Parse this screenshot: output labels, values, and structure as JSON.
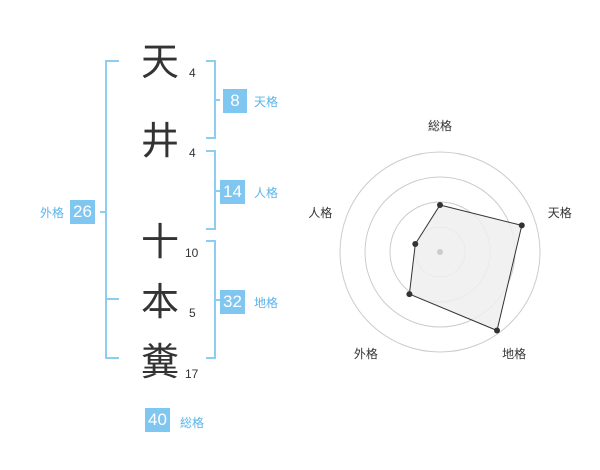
{
  "name_chars": [
    {
      "char": "天",
      "strokes": "4"
    },
    {
      "char": "井",
      "strokes": "4"
    },
    {
      "char": "十",
      "strokes": "10"
    },
    {
      "char": "本",
      "strokes": "5"
    },
    {
      "char": "糞",
      "strokes": "17"
    }
  ],
  "fortunes": {
    "tenkaku": {
      "value": "8",
      "label": "天格"
    },
    "jinkaku": {
      "value": "14",
      "label": "人格"
    },
    "chikaku": {
      "value": "32",
      "label": "地格"
    },
    "gaikaku": {
      "value": "26",
      "label": "外格"
    },
    "soukaku": {
      "value": "40",
      "label": "総格"
    }
  },
  "chart_data": {
    "type": "radar",
    "axes": [
      "総格",
      "天格",
      "地格",
      "外格",
      "人格"
    ],
    "values": [
      0.47,
      0.86,
      0.97,
      0.52,
      0.26
    ],
    "range": [
      0,
      1
    ],
    "rings": 4,
    "colors": {
      "fill": "#efefef",
      "line": "#333333",
      "grid": "#cccccc",
      "center": "#cccccc"
    }
  },
  "colors": {
    "badge": "#7fc6f0",
    "bracket": "#8dcdf2",
    "label": "#5ab4ea"
  }
}
